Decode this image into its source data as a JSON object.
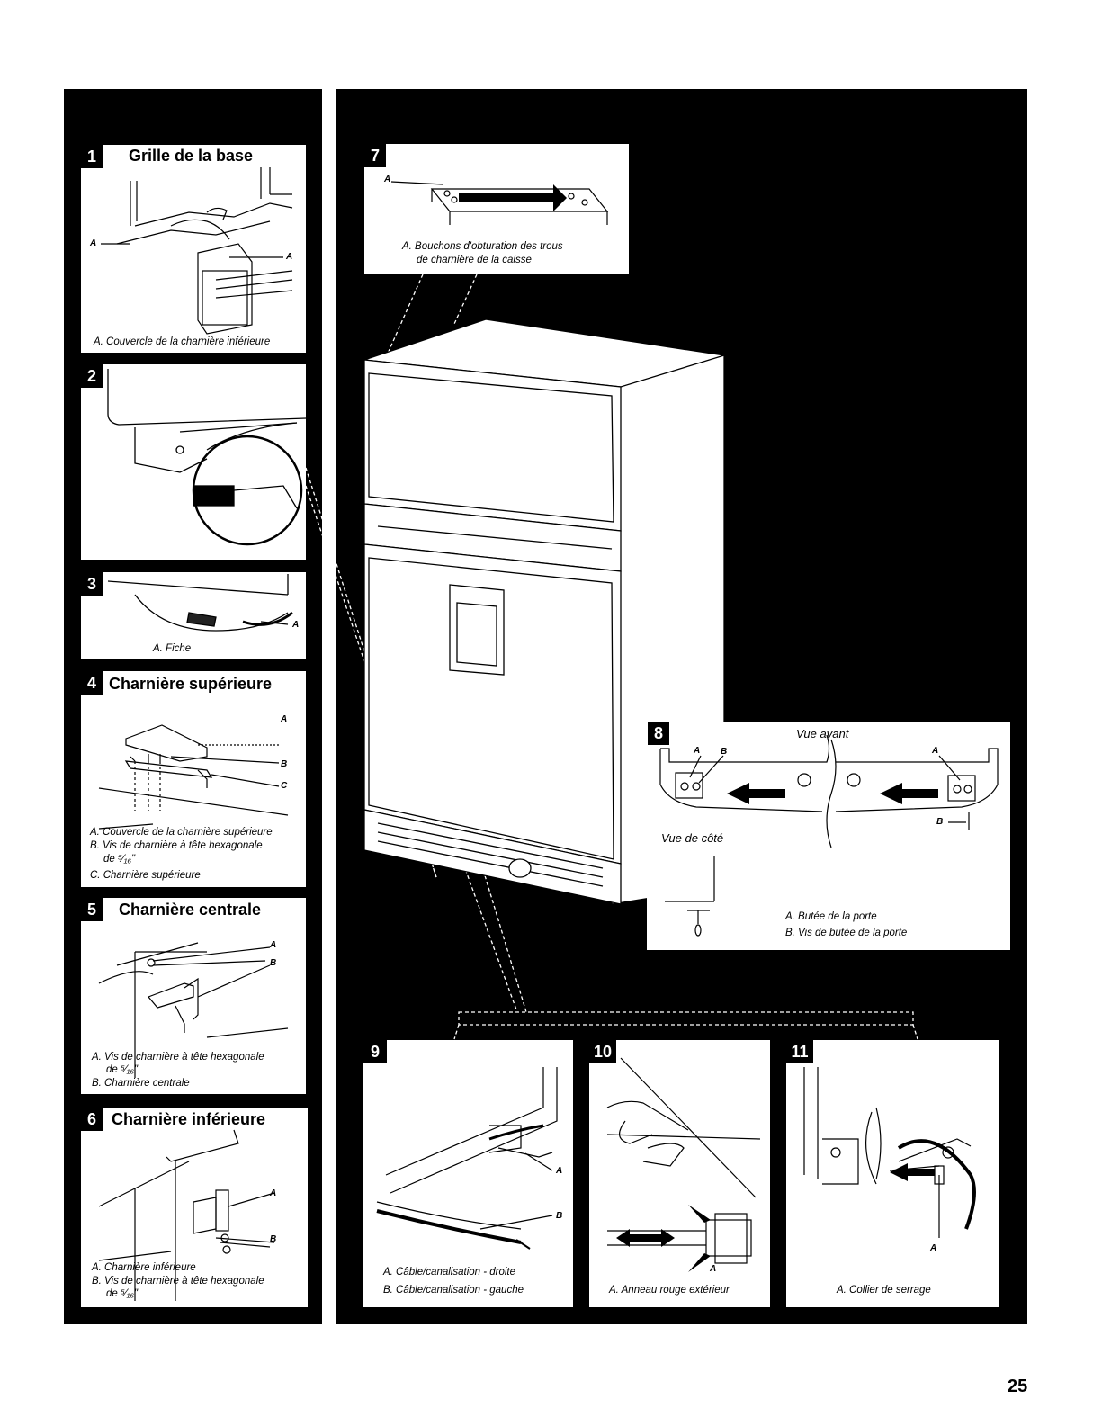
{
  "steps": {
    "s1": {
      "num": "1",
      "title": "Grille de la base",
      "label_a": "A",
      "captions": [
        "A. Couvercle de la charnière inférieure"
      ]
    },
    "s2": {
      "num": "2"
    },
    "s3": {
      "num": "3",
      "label_a": "A",
      "captions": [
        "A. Fiche"
      ]
    },
    "s4": {
      "num": "4",
      "title": "Charnière supérieure",
      "label_a": "A",
      "label_b": "B",
      "label_c": "C",
      "captions": [
        "A. Couvercle de la charnière supérieure",
        "B. Vis de charnière à tête hexagonale",
        "de ⁵⁄₁₆\"",
        "C. Charnière supérieure"
      ]
    },
    "s5": {
      "num": "5",
      "title": "Charnière centrale",
      "label_a": "A",
      "label_b": "B",
      "captions": [
        "A. Vis de charnière à tête hexagonale",
        "de ⁵⁄₁₆\"",
        "B. Charnière centrale"
      ]
    },
    "s6": {
      "num": "6",
      "title": "Charnière inférieure",
      "label_a": "A",
      "label_b": "B",
      "captions": [
        "A. Charnière inférieure",
        "B. Vis de charnière à tête hexagonale",
        "de ⁵⁄₁₆\""
      ]
    },
    "s7": {
      "num": "7",
      "label_a": "A",
      "captions": [
        "A. Bouchons d'obturation des trous",
        "de charnière de la caisse"
      ]
    },
    "s8": {
      "num": "8",
      "view_front": "Vue avant",
      "view_side": "Vue de côté",
      "label_a": "A",
      "label_b": "B",
      "captions": [
        "A. Butée de la porte",
        "B. Vis de butée de la porte"
      ]
    },
    "s9": {
      "num": "9",
      "label_a": "A",
      "label_b": "B",
      "captions": [
        "A. Câble/canalisation - droite",
        "B. Câble/canalisation - gauche"
      ]
    },
    "s10": {
      "num": "10",
      "label_a": "A",
      "captions": [
        "A. Anneau rouge extérieur"
      ]
    },
    "s11": {
      "num": "11",
      "label_a": "A",
      "captions": [
        "A. Collier de serrage"
      ]
    }
  },
  "page_number": "25"
}
